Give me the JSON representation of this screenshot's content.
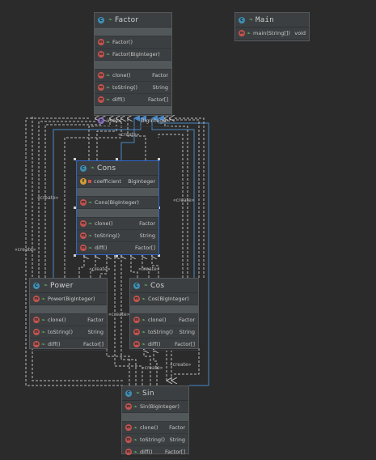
{
  "classes": {
    "factor": {
      "name": "Factor",
      "members": [
        {
          "kind": "m",
          "label": "Factor()",
          "type": ""
        },
        {
          "kind": "m",
          "label": "Factor(BigInteger)",
          "type": ""
        },
        {
          "kind": "m",
          "label": "clone()",
          "type": "Factor"
        },
        {
          "kind": "m",
          "label": "toString()",
          "type": "String"
        },
        {
          "kind": "m",
          "label": "diff()",
          "type": "Factor[]"
        },
        {
          "kind": "i",
          "label": "index",
          "type": "BigInteger"
        }
      ]
    },
    "main": {
      "name": "Main",
      "members": [
        {
          "kind": "m",
          "label": "main(String[])",
          "type": "void"
        }
      ]
    },
    "cons": {
      "name": "Cons",
      "members": [
        {
          "kind": "f",
          "label": "coefficient",
          "type": "BigInteger"
        },
        {
          "kind": "m",
          "label": "Cons(BigInteger)",
          "type": ""
        },
        {
          "kind": "m",
          "label": "clone()",
          "type": "Factor"
        },
        {
          "kind": "m",
          "label": "toString()",
          "type": "String"
        },
        {
          "kind": "m",
          "label": "diff()",
          "type": "Factor[]"
        }
      ]
    },
    "power": {
      "name": "Power",
      "members": [
        {
          "kind": "m",
          "label": "Power(BigInteger)",
          "type": ""
        },
        {
          "kind": "m",
          "label": "clone()",
          "type": "Factor"
        },
        {
          "kind": "m",
          "label": "toString()",
          "type": "String"
        },
        {
          "kind": "m",
          "label": "diff()",
          "type": "Factor[]"
        }
      ]
    },
    "cos": {
      "name": "Cos",
      "members": [
        {
          "kind": "m",
          "label": "Cos(BigInteger)",
          "type": ""
        },
        {
          "kind": "m",
          "label": "clone()",
          "type": "Factor"
        },
        {
          "kind": "m",
          "label": "toString()",
          "type": "String"
        },
        {
          "kind": "m",
          "label": "diff()",
          "type": "Factor[]"
        }
      ]
    },
    "sin": {
      "name": "Sin",
      "members": [
        {
          "kind": "m",
          "label": "Sin(BigInteger)",
          "type": ""
        },
        {
          "kind": "m",
          "label": "clone()",
          "type": "Factor"
        },
        {
          "kind": "m",
          "label": "toString()",
          "type": "String"
        },
        {
          "kind": "m",
          "label": "diff()",
          "type": "Factor[]"
        }
      ]
    }
  },
  "edge_labels": {
    "create": "«create»"
  },
  "colors": {
    "background": "#2b2b2b",
    "node": "#3c3f41",
    "separator": "#52575a",
    "dependency_line": "#bbbbbb",
    "inheritance_line": "#4a88c7",
    "class_icon": "#3f8fb5",
    "method_icon": "#c75450",
    "field_icon": "#d29d39"
  },
  "icons": [
    "class-icon",
    "method-icon",
    "field-icon",
    "property-icon",
    "public-leaf-icon",
    "private-lock-icon"
  ]
}
